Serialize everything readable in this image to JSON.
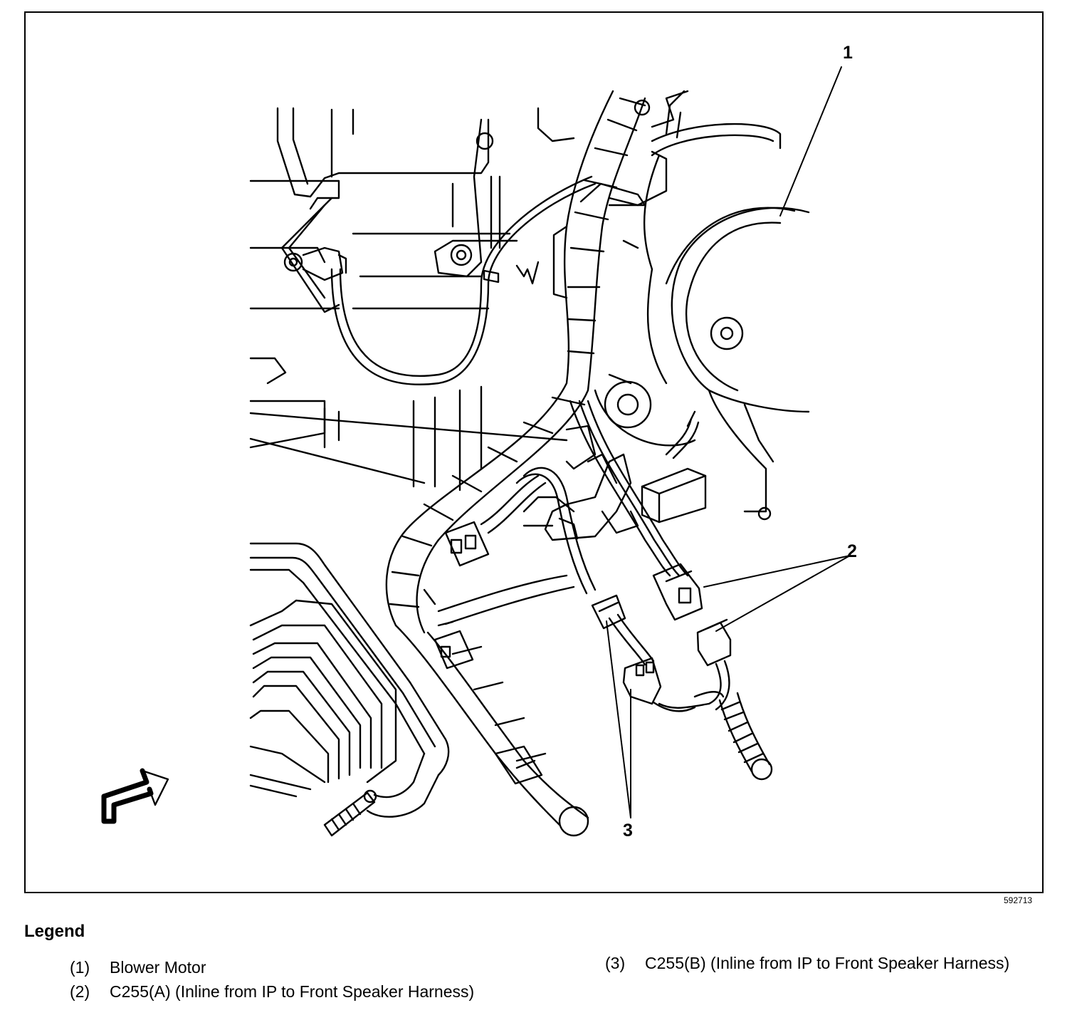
{
  "figure": {
    "figure_id": "592713",
    "callouts": [
      "1",
      "2",
      "3"
    ]
  },
  "legend": {
    "title": "Legend",
    "items": [
      {
        "num": "(1)",
        "text": "Blower Motor"
      },
      {
        "num": "(2)",
        "text": "C255(A) (Inline from IP to Front Speaker Harness)"
      },
      {
        "num": "(3)",
        "text": "C255(B) (Inline from IP to Front Speaker Harness)"
      }
    ]
  }
}
